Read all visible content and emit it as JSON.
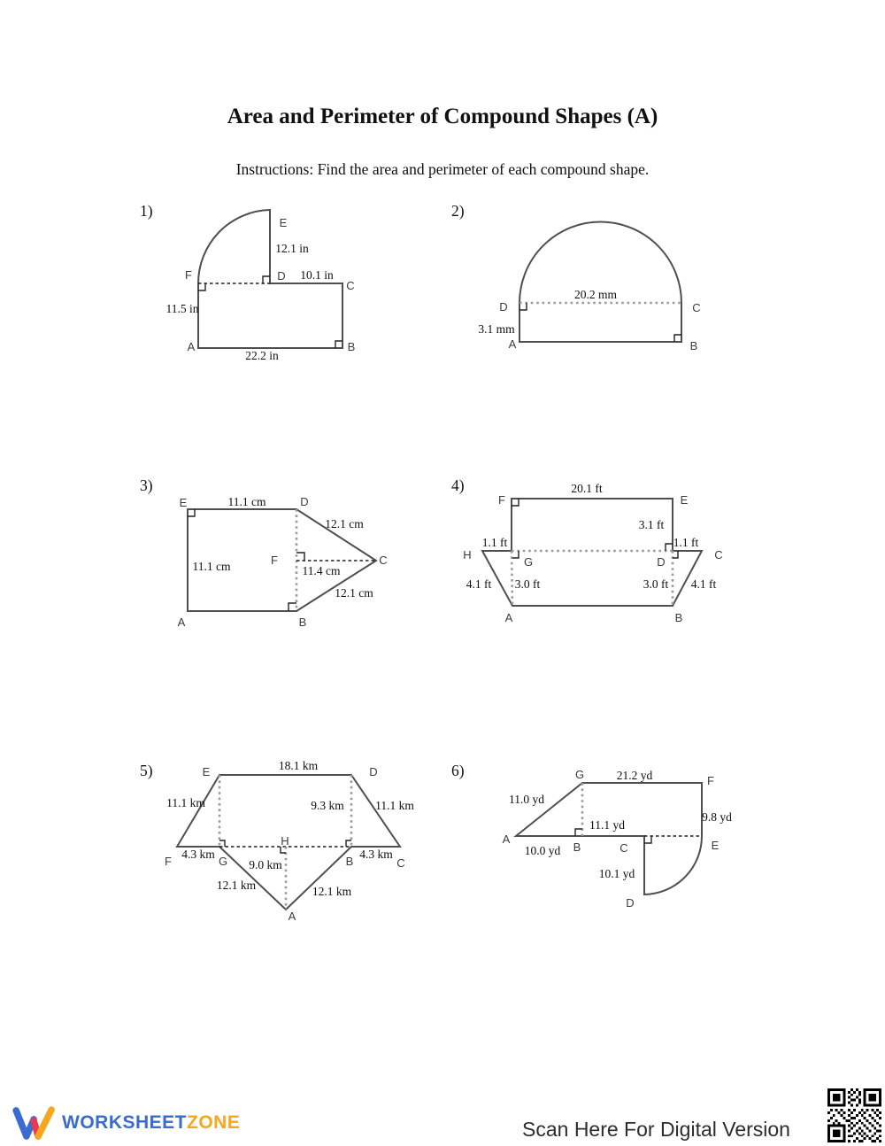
{
  "page": {
    "title": "Area and Perimeter of Compound Shapes (A)",
    "instructions": "Instructions: Find the area and perimeter of each compound shape."
  },
  "problems": {
    "p1": {
      "number": "1)",
      "label_a": "A",
      "label_b": "B",
      "label_c": "C",
      "label_d": "D",
      "label_e": "E",
      "label_f": "F",
      "dim_de": "12.1 in",
      "dim_dc": "10.1 in",
      "dim_fa": "11.5 in",
      "dim_ab": "22.2 in"
    },
    "p2": {
      "number": "2)",
      "label_a": "A",
      "label_b": "B",
      "label_c": "C",
      "label_d": "D",
      "dim_dc": "20.2 mm",
      "dim_da": "3.1 mm"
    },
    "p3": {
      "number": "3)",
      "label_a": "A",
      "label_b": "B",
      "label_c": "C",
      "label_d": "D",
      "label_e": "E",
      "label_f": "F",
      "dim_ed": "11.1 cm",
      "dim_dc": "12.1 cm",
      "dim_ea": "11.1 cm",
      "dim_fc": "11.4 cm",
      "dim_bc": "12.1 cm"
    },
    "p4": {
      "number": "4)",
      "label_a": "A",
      "label_b": "B",
      "label_c": "C",
      "label_d": "D",
      "label_e": "E",
      "label_f": "F",
      "label_g": "G",
      "label_h": "H",
      "dim_fe": "20.1 ft",
      "dim_ed": "3.1 ft",
      "dim_hg": "1.1 ft",
      "dim_dc": "1.1 ft",
      "dim_ha": "4.1 ft",
      "dim_ga": "3.0 ft",
      "dim_db": "3.0 ft",
      "dim_cb": "4.1 ft"
    },
    "p5": {
      "number": "5)",
      "label_a": "A",
      "label_b": "B",
      "label_c": "C",
      "label_d": "D",
      "label_e": "E",
      "label_f": "F",
      "label_g": "G",
      "label_h": "H",
      "dim_ed": "18.1 km",
      "dim_ef": "11.1 km",
      "dim_db": "9.3 km",
      "dim_dc": "11.1 km",
      "dim_fg": "4.3 km",
      "dim_bc": "4.3 km",
      "dim_ha": "9.0 km",
      "dim_ga": "12.1 km",
      "dim_ab": "12.1 km"
    },
    "p6": {
      "number": "6)",
      "label_a": "A",
      "label_b": "B",
      "label_c": "C",
      "label_d": "D",
      "label_e": "E",
      "label_f": "F",
      "label_g": "G",
      "dim_gf": "21.2 yd",
      "dim_ag": "11.0 yd",
      "dim_ab": "10.0 yd",
      "dim_bc": "11.1 yd",
      "dim_fe": "9.8 yd",
      "dim_cd": "10.1 yd"
    }
  },
  "footer": {
    "brand_primary": "WORKSHEET",
    "brand_secondary": "ZONE",
    "scan_text": "Scan Here For Digital Version"
  },
  "colors": {
    "shape_stroke": "#4f4f4f",
    "dotted_guide": "#9b9b9b",
    "dashed_guide": "#1d1d1d",
    "brand_blue": "#3a6bd0",
    "brand_orange": "#f6a81c",
    "brand_red": "#e63a52",
    "text": "#111111"
  }
}
